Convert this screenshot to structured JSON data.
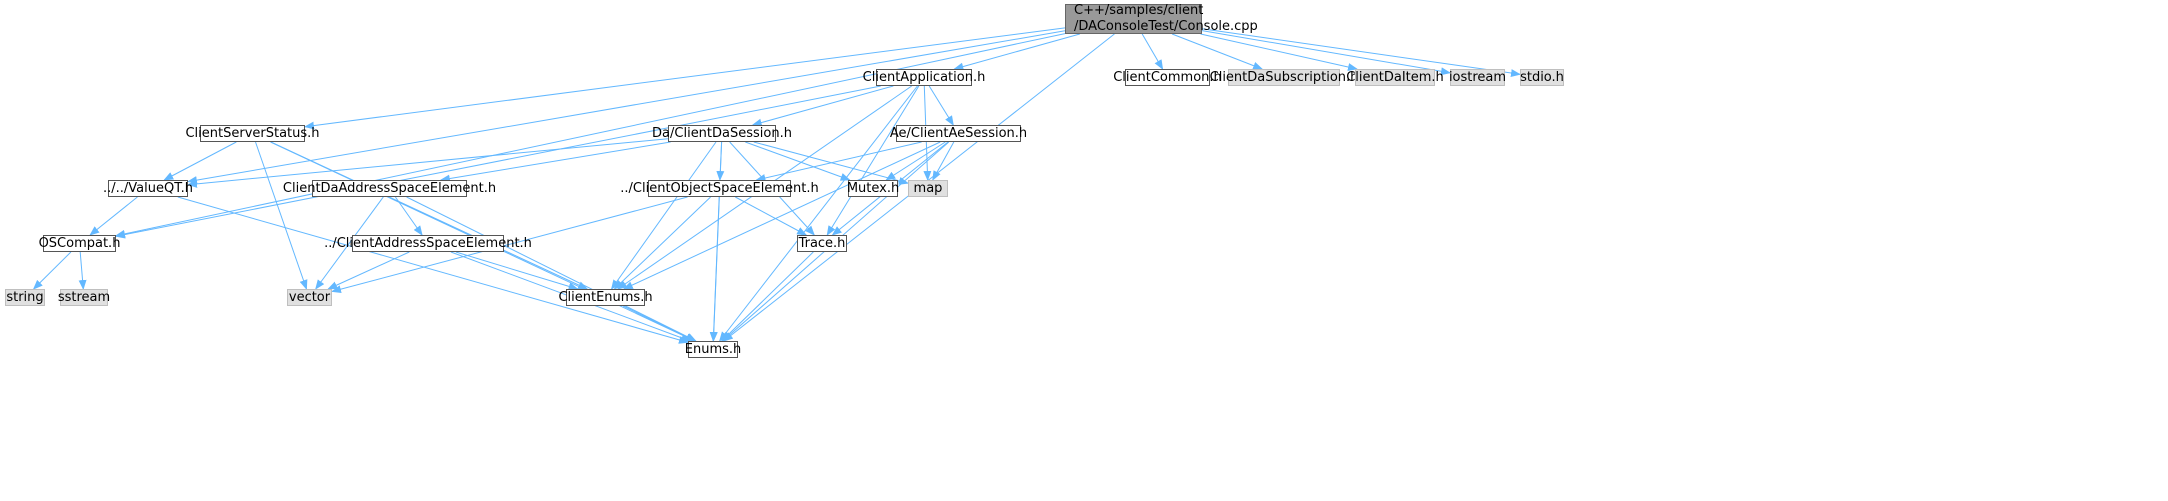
{
  "colors": {
    "edge": "#63b8ff",
    "node_border": "#555555",
    "system_fill": "#e0e0e0",
    "root_fill": "#999999"
  },
  "nodes": {
    "console_cpp": "C++/samples/client\n/DAConsoleTest/Console.cpp",
    "client_application_h": "ClientApplication.h",
    "client_common_h": "ClientCommon.h",
    "client_da_subscription_h": "ClientDaSubscription.h",
    "client_da_item_h": "ClientDaItem.h",
    "iostream": "iostream",
    "stdio_h": "stdio.h",
    "client_server_status_h": "ClientServerStatus.h",
    "da_client_da_session_h": "Da/ClientDaSession.h",
    "ae_client_ae_session_h": "Ae/ClientAeSession.h",
    "value_qt_h": "../../ValueQT.h",
    "client_da_address_space_element_h": "ClientDaAddressSpaceElement.h",
    "client_object_space_element_h": "../ClientObjectSpaceElement.h",
    "mutex_h": "Mutex.h",
    "map": "map",
    "os_compat_h": "OSCompat.h",
    "client_address_space_element_h": "../ClientAddressSpaceElement.h",
    "trace_h": "Trace.h",
    "string": "string",
    "sstream": "sstream",
    "vector": "vector",
    "client_enums_h": "ClientEnums.h",
    "enums_h": "Enums.h"
  },
  "node_kinds": {
    "console_cpp": "root",
    "client_da_subscription_h": "system",
    "client_da_item_h": "system",
    "iostream": "system",
    "stdio_h": "system",
    "map": "system",
    "string": "system",
    "sstream": "system",
    "vector": "system"
  },
  "edges": [
    [
      "console_cpp",
      "client_application_h"
    ],
    [
      "console_cpp",
      "client_common_h"
    ],
    [
      "console_cpp",
      "client_da_subscription_h"
    ],
    [
      "console_cpp",
      "client_da_item_h"
    ],
    [
      "console_cpp",
      "iostream"
    ],
    [
      "console_cpp",
      "stdio_h"
    ],
    [
      "console_cpp",
      "client_server_status_h"
    ],
    [
      "console_cpp",
      "value_qt_h"
    ],
    [
      "console_cpp",
      "os_compat_h"
    ],
    [
      "console_cpp",
      "enums_h"
    ],
    [
      "client_application_h",
      "da_client_da_session_h"
    ],
    [
      "client_application_h",
      "ae_client_ae_session_h"
    ],
    [
      "client_application_h",
      "os_compat_h"
    ],
    [
      "client_application_h",
      "map"
    ],
    [
      "client_application_h",
      "trace_h"
    ],
    [
      "client_application_h",
      "client_enums_h"
    ],
    [
      "client_application_h",
      "enums_h"
    ],
    [
      "client_server_status_h",
      "value_qt_h"
    ],
    [
      "client_server_status_h",
      "vector"
    ],
    [
      "client_server_status_h",
      "client_enums_h"
    ],
    [
      "client_server_status_h",
      "enums_h"
    ],
    [
      "da_client_da_session_h",
      "value_qt_h"
    ],
    [
      "da_client_da_session_h",
      "client_da_address_space_element_h"
    ],
    [
      "da_client_da_session_h",
      "client_object_space_element_h"
    ],
    [
      "da_client_da_session_h",
      "mutex_h"
    ],
    [
      "da_client_da_session_h",
      "map"
    ],
    [
      "da_client_da_session_h",
      "trace_h"
    ],
    [
      "da_client_da_session_h",
      "client_enums_h"
    ],
    [
      "da_client_da_session_h",
      "enums_h"
    ],
    [
      "ae_client_ae_session_h",
      "client_object_space_element_h"
    ],
    [
      "ae_client_ae_session_h",
      "mutex_h"
    ],
    [
      "ae_client_ae_session_h",
      "map"
    ],
    [
      "ae_client_ae_session_h",
      "trace_h"
    ],
    [
      "ae_client_ae_session_h",
      "client_enums_h"
    ],
    [
      "ae_client_ae_session_h",
      "enums_h"
    ],
    [
      "value_qt_h",
      "os_compat_h"
    ],
    [
      "value_qt_h",
      "enums_h"
    ],
    [
      "os_compat_h",
      "string"
    ],
    [
      "os_compat_h",
      "sstream"
    ],
    [
      "client_da_address_space_element_h",
      "client_address_space_element_h"
    ],
    [
      "client_da_address_space_element_h",
      "vector"
    ],
    [
      "client_da_address_space_element_h",
      "enums_h"
    ],
    [
      "client_object_space_element_h",
      "vector"
    ],
    [
      "client_object_space_element_h",
      "trace_h"
    ],
    [
      "client_object_space_element_h",
      "client_enums_h"
    ],
    [
      "client_object_space_element_h",
      "enums_h"
    ],
    [
      "client_address_space_element_h",
      "vector"
    ],
    [
      "client_address_space_element_h",
      "client_enums_h"
    ],
    [
      "client_address_space_element_h",
      "enums_h"
    ],
    [
      "trace_h",
      "enums_h"
    ],
    [
      "client_enums_h",
      "enums_h"
    ]
  ]
}
